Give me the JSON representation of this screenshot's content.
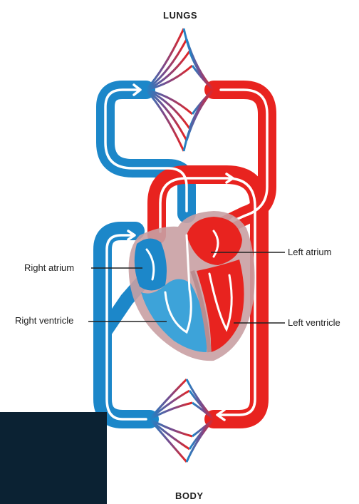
{
  "labels": {
    "lungs": "LUNGS",
    "body": "BODY",
    "right_atrium": "Right atrium",
    "right_ventricle": "Right ventricle",
    "left_atrium": "Left atrium",
    "left_ventricle": "Left ventricle"
  },
  "colors": {
    "oxygenated": "#e8231f",
    "deoxygenated": "#1c87c9",
    "heart_wall": "#c9a0a3",
    "overlay": "#0b2233"
  }
}
